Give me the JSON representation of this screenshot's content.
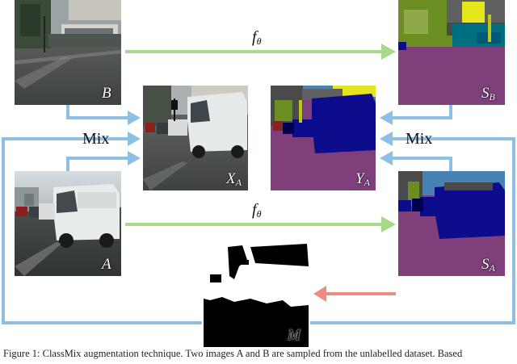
{
  "labels": {
    "B": "B",
    "A": "A",
    "X": "X",
    "X_sub": "A",
    "Y": "Y",
    "Y_sub": "A",
    "S_B": "S",
    "S_B_sub": "B",
    "S_A": "S",
    "S_A_sub": "A",
    "M": "M"
  },
  "functions": {
    "top": "f",
    "top_sub": "θ",
    "bottom": "f",
    "bottom_sub": "θ"
  },
  "ops": {
    "mix_left": "Mix",
    "mix_right": "Mix"
  },
  "caption": "Figure 1: ClassMix augmentation technique. Two images A and B are sampled from the unlabelled dataset. Based",
  "colors": {
    "green_arrow": "#a6d98a",
    "blue_arrow": "#8ec0e6",
    "red_arrow": "#ef8c80",
    "road": "#7e3f7a",
    "car": "#0c0c8c",
    "building": "#4a4a4a",
    "vegetation": "#6b8e23",
    "sky": "#4682b4"
  }
}
